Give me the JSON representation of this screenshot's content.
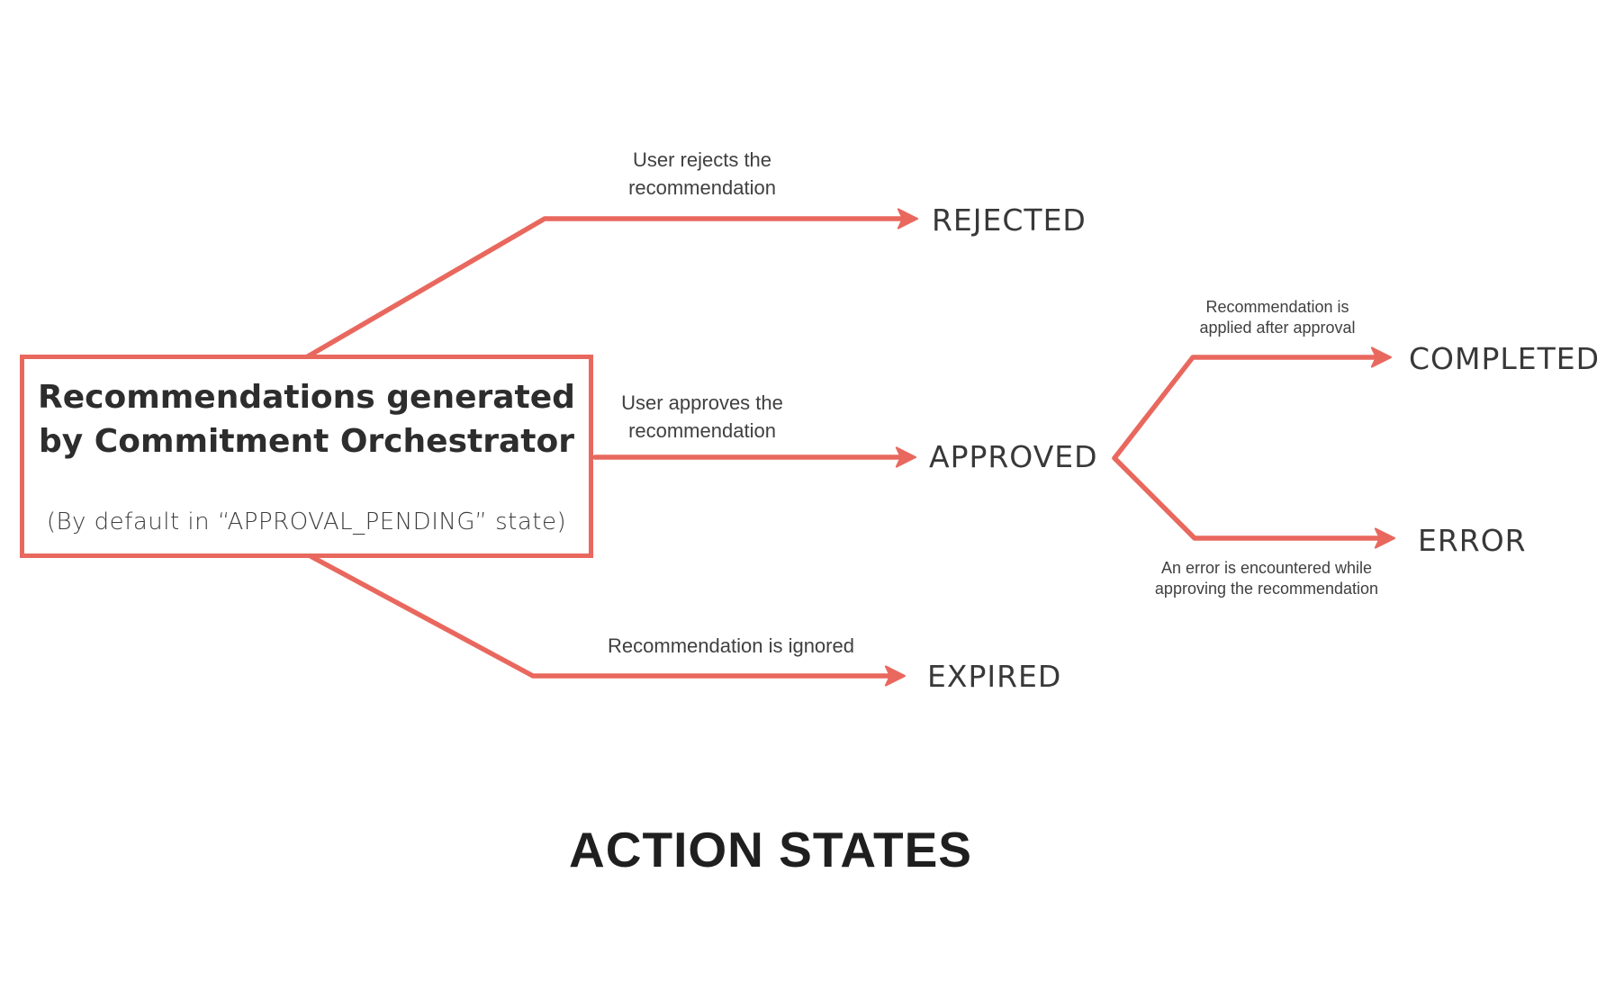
{
  "diagram": {
    "title": "ACTION STATES",
    "source_box": {
      "title_lines": [
        "Recommendations generated",
        "by Commitment Orchestrator"
      ],
      "subtitle": "(By default in “APPROVAL_PENDING” state)"
    },
    "transitions": [
      {
        "id": "rejected",
        "label": "User rejects the recommendation",
        "state": "REJECTED"
      },
      {
        "id": "approved",
        "label": "User approves the recommendation",
        "state": "APPROVED"
      },
      {
        "id": "expired",
        "label": "Recommendation is ignored",
        "state": "EXPIRED"
      },
      {
        "id": "completed",
        "label": "Recommendation is applied after approval",
        "state": "COMPLETED"
      },
      {
        "id": "error",
        "label": "An error is encountered while approving the recommendation",
        "state": "ERROR"
      }
    ],
    "colors": {
      "arrow": "#E9685E",
      "state_text": "#383838",
      "label_text": "#404040",
      "box_text": "#2d2d2d",
      "title_text": "#1f1f1f"
    }
  }
}
